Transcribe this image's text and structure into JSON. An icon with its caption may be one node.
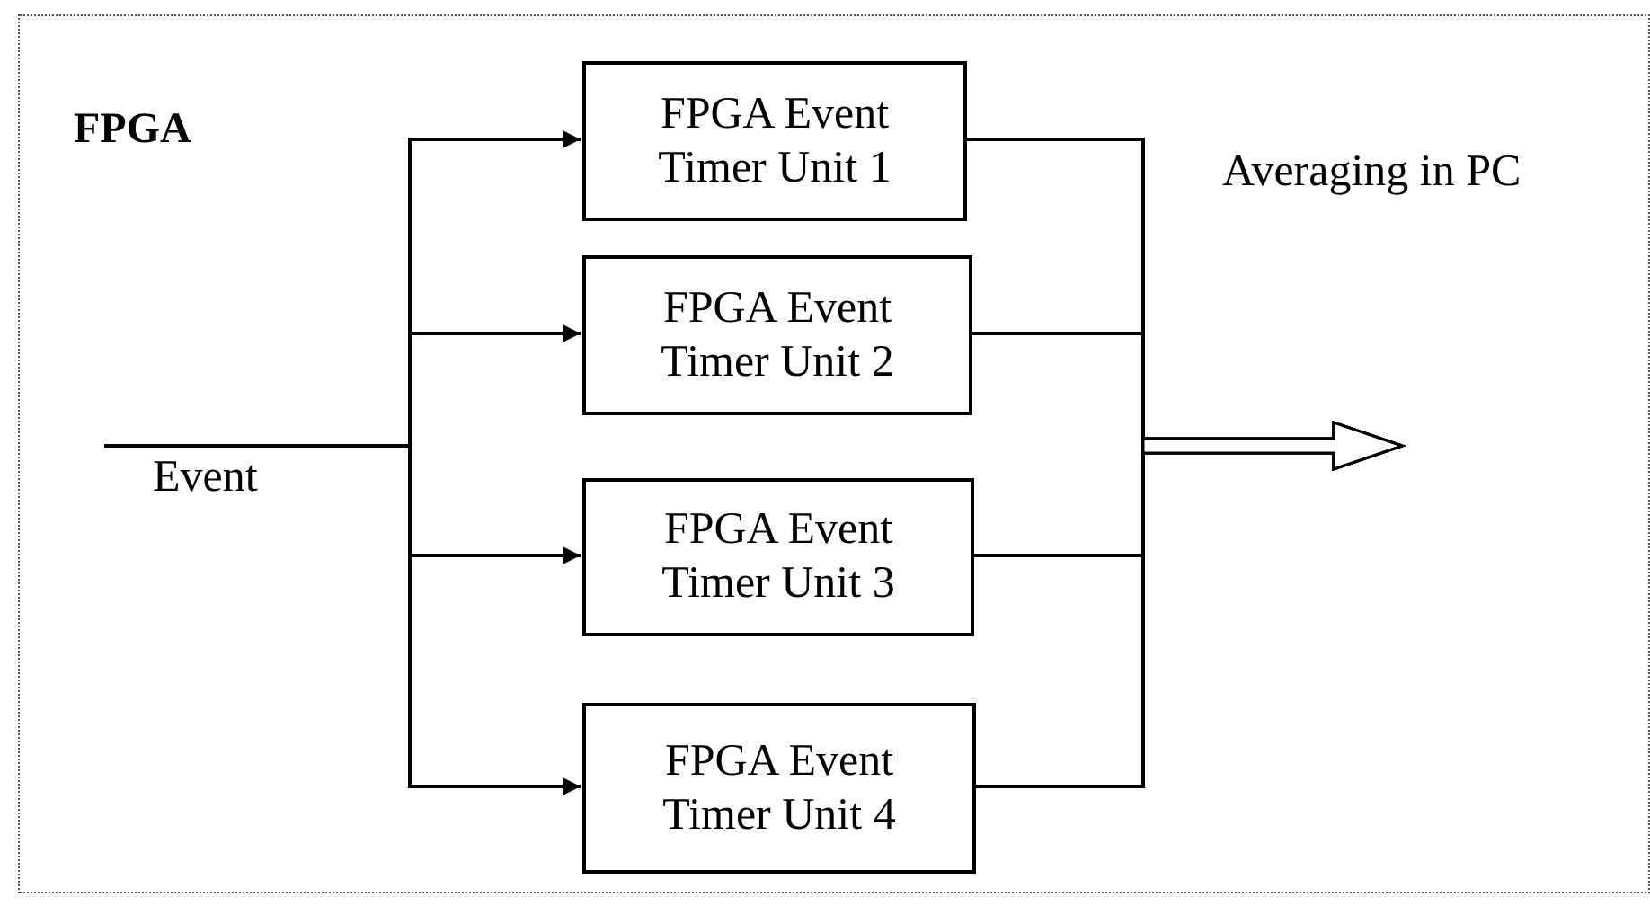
{
  "diagram": {
    "nodes": [
      {
        "text": [
          "FPGA"
        ]
      },
      {
        "text": [
          "FPGA Event Timer Unit 1"
        ],
        "in": 0
      },
      {
        "text": [
          "FPGA Event Timer Unit 2"
        ],
        "in": 0
      },
      {
        "text": [
          "FPGA Event Timer Unit 3"
        ],
        "in": 0
      },
      {
        "text": [
          "FPGA Event Timer Unit 4"
        ],
        "in": 0
      }
    ],
    "edges": [
      {
        "from": null,
        "to": 1,
        "arrow": "to"
      },
      {
        "from": null,
        "to": 2,
        "arrow": "to"
      },
      {
        "from": null,
        "to": 3,
        "arrow": "to"
      },
      {
        "from": null,
        "to": 4,
        "arrow": "to"
      },
      {
        "from": 1,
        "to": null,
        "arrow": "to"
      },
      {
        "from": 2,
        "to": null,
        "arrow": "to"
      },
      {
        "from": 3,
        "to": null,
        "arrow": "to"
      },
      {
        "from": 4,
        "to": null,
        "arrow": "to"
      }
    ],
    "labels": [
      "Event",
      "Averaging in PC"
    ]
  }
}
